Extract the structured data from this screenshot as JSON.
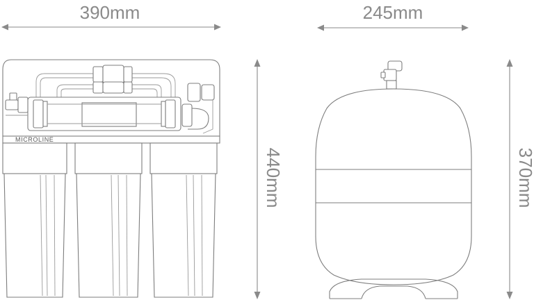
{
  "dimensions": {
    "filter_width": "390mm",
    "tank_width": "245mm",
    "filter_height": "440mm",
    "tank_height": "370mm"
  },
  "filter_unit": {
    "brand_label": "MICROLINE"
  },
  "colors": {
    "line": "#7d7d7d",
    "dimension_text": "#8a8a8a",
    "background": "#ffffff"
  }
}
